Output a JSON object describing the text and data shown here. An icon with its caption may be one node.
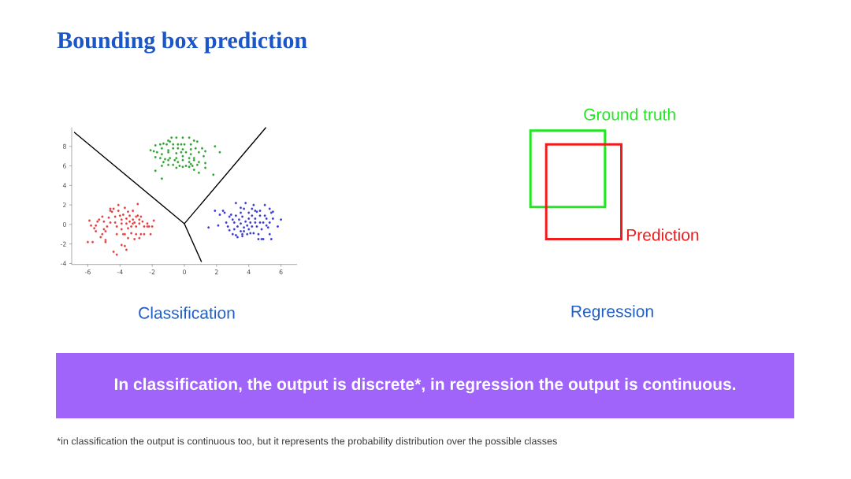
{
  "diagram": {
    "title": "Bounding box prediction",
    "nodes": [
      {
        "text": [
          "Ground truth"
        ]
      },
      {
        "text": [
          "Prediction"
        ]
      },
      {
        "text": [
          "In classification, the output is discrete*, in regression the output is continuous."
        ]
      }
    ],
    "labels": [
      "Classification",
      "Regression",
      "*in classification the output is continuous too, but it represents the probability distribution over the possible classes"
    ],
    "chart_data": {
      "type": "scatter",
      "xlim": [
        -7,
        7
      ],
      "ylim": [
        -4.1,
        9.95
      ],
      "xticks": [
        -6,
        -4,
        -2,
        0,
        2,
        4,
        6
      ],
      "yticks": [
        -4,
        -2,
        0,
        2,
        4,
        6,
        8
      ],
      "series": [
        {
          "color": "#2ca02c",
          "x": [
            -2.1,
            -1.9,
            -1.8,
            -1.5,
            -1.3,
            -1.0,
            -0.8,
            -0.5,
            -0.1,
            0.3,
            0.6,
            0.8,
            -0.9,
            -1.1,
            -0.7,
            -0.4,
            -0.2,
            0.0,
            0.4,
            -1.4,
            -1.0,
            -0.7,
            -0.4,
            -0.1,
            0.4,
            0.7,
            1.1,
            1.3,
            -1.7,
            -1.4,
            -1.0,
            -0.5,
            -0.2,
            0.1,
            0.4,
            0.9,
            -1.5,
            -1.2,
            -0.9,
            -0.5,
            -0.1,
            0.3,
            0.6,
            1.2,
            -1.8,
            -1.3,
            -1.0,
            -0.6,
            -0.4,
            -0.1,
            0.3,
            0.6,
            0.9,
            1.3,
            -1.4,
            -1.0,
            -0.7,
            -0.3,
            0.1,
            0.4,
            0.8,
            1.3,
            -1.8,
            -0.1,
            0.3,
            0.6,
            0.9,
            -1.4,
            1.9,
            2.2,
            1.8,
            -0.5,
            0.5
          ],
          "values": [
            7.6,
            7.5,
            8.1,
            8.2,
            8.3,
            8.6,
            8.9,
            8.9,
            8.9,
            8.9,
            8.6,
            8.5,
            8.5,
            8.2,
            8.2,
            8.2,
            8.2,
            8.2,
            8.2,
            7.8,
            7.6,
            7.8,
            7.8,
            7.7,
            7.7,
            7.8,
            7.8,
            7.5,
            7.4,
            7.2,
            7.4,
            7.3,
            7.4,
            7.4,
            7.2,
            7.4,
            6.8,
            6.7,
            6.8,
            6.8,
            7.0,
            6.8,
            6.8,
            7.0,
            6.9,
            6.4,
            6.6,
            6.6,
            6.4,
            6.6,
            6.4,
            6.6,
            6.4,
            6.3,
            6.0,
            6.1,
            6.1,
            6.0,
            6.0,
            6.2,
            6.1,
            5.8,
            5.5,
            5.9,
            5.9,
            5.6,
            5.3,
            4.7,
            8.0,
            7.4,
            5.1,
            5.8,
            6.0
          ]
        },
        {
          "color": "#e23b3b",
          "x": [
            -5.9,
            -5.8,
            -6.0,
            -5.7,
            -5.5,
            -5.6,
            -5.5,
            -5.4,
            -5.3,
            -5.1,
            -5.0,
            -5.0,
            -4.9,
            -4.9,
            -4.9,
            -4.8,
            -4.7,
            -4.6,
            -4.6,
            -4.5,
            -4.4,
            -4.3,
            -4.3,
            -4.2,
            -4.2,
            -4.1,
            -4.1,
            -4.0,
            -3.9,
            -3.9,
            -3.9,
            -3.8,
            -3.8,
            -3.7,
            -3.7,
            -3.7,
            -3.6,
            -3.6,
            -3.5,
            -3.5,
            -3.5,
            -3.4,
            -3.4,
            -3.3,
            -3.3,
            -3.2,
            -3.2,
            -3.2,
            -3.1,
            -3.1,
            -3.0,
            -3.0,
            -3.0,
            -2.9,
            -2.9,
            -2.8,
            -2.8,
            -2.8,
            -2.7,
            -2.7,
            -2.6,
            -2.5,
            -2.5,
            -2.3,
            -2.3,
            -2.2,
            -2.1,
            -2.0,
            -1.9,
            -4.2,
            -3.9,
            -3.6,
            -4.4,
            -4.6,
            -5.1,
            -5.2
          ],
          "values": [
            0.4,
            -0.1,
            -1.8,
            -1.8,
            -0.7,
            -0.4,
            -0.1,
            0.3,
            0.5,
            0.8,
            0.3,
            -0.5,
            -0.7,
            -1.6,
            -1.8,
            -0.2,
            0.7,
            1.4,
            1.6,
            1.3,
            1.6,
            0.8,
            0.2,
            -0.2,
            -1.0,
            2.0,
            1.4,
            0.9,
            0.5,
            0.1,
            -0.5,
            -1.0,
            1.0,
            -2.2,
            -1.0,
            1.7,
            0.1,
            0.6,
            -0.4,
            1.3,
            -1.4,
            0.9,
            0.3,
            -0.2,
            -0.9,
            0.5,
            0.1,
            1.4,
            -1.5,
            0.2,
            0.8,
            -0.2,
            -1.0,
            2.1,
            0.9,
            0.5,
            0.1,
            -1.4,
            -1.0,
            0.8,
            0.3,
            -0.2,
            -1.0,
            -0.2,
            0.1,
            -0.2,
            -1.0,
            -0.2,
            0.4,
            -3.1,
            -2.1,
            -2.6,
            -2.8,
            0.2,
            -1.0,
            -1.3
          ]
        },
        {
          "color": "#3434d0",
          "x": [
            1.5,
            1.9,
            2.1,
            2.4,
            2.5,
            2.7,
            2.8,
            2.9,
            3.0,
            3.0,
            3.1,
            3.1,
            3.2,
            3.2,
            3.3,
            3.3,
            3.4,
            3.5,
            3.5,
            3.5,
            3.6,
            3.6,
            3.7,
            3.7,
            3.7,
            3.8,
            3.8,
            3.9,
            3.9,
            4.0,
            4.0,
            4.0,
            4.1,
            4.1,
            4.2,
            4.2,
            4.2,
            4.3,
            4.3,
            4.4,
            4.4,
            4.5,
            4.5,
            4.6,
            4.6,
            4.7,
            4.7,
            4.7,
            4.8,
            4.8,
            4.9,
            4.9,
            5.0,
            5.0,
            5.1,
            5.1,
            5.2,
            5.3,
            5.3,
            5.3,
            5.4,
            5.4,
            5.5,
            5.5,
            5.8,
            6.0,
            2.6,
            2.8,
            3.2,
            3.6,
            3.5,
            2.2,
            4.4
          ],
          "values": [
            -0.3,
            1.4,
            -0.1,
            1.4,
            1.2,
            -0.2,
            0.8,
            1.0,
            0.5,
            -1.0,
            -0.5,
            0.2,
            0.9,
            2.2,
            -1.3,
            -0.2,
            0.5,
            -0.7,
            1.2,
            0.1,
            -1.0,
            0.8,
            -0.3,
            1.6,
            -0.7,
            2.2,
            0.3,
            -0.1,
            -1.0,
            0.6,
            1.2,
            -0.5,
            0.2,
            -0.9,
            1.6,
            -0.2,
            0.9,
            2.0,
            -0.9,
            0.2,
            0.6,
            1.3,
            -0.2,
            -1.0,
            -1.5,
            0.2,
            0.9,
            1.4,
            -0.5,
            -1.5,
            -1.5,
            0.2,
            2.0,
            0.9,
            -0.1,
            0.6,
            -0.3,
            1.6,
            0.2,
            -1.0,
            1.2,
            -1.5,
            0.6,
            1.3,
            -0.2,
            0.5,
            0.2,
            -0.6,
            -1.1,
            -1.2,
            1.7,
            1.0,
            1.4
          ]
        }
      ]
    }
  }
}
